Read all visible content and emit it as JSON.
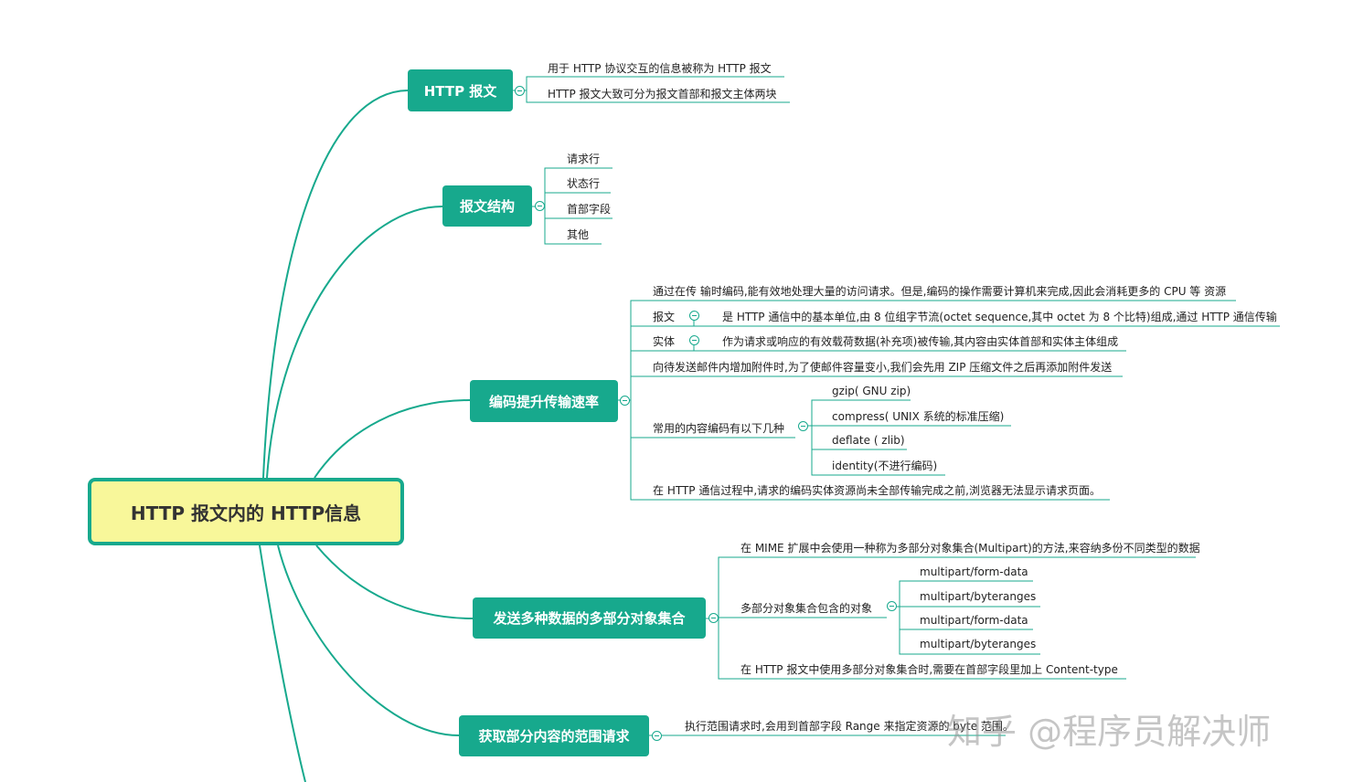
{
  "root": {
    "label": "HTTP 报文内的 HTTP信息"
  },
  "topics": [
    {
      "label": "HTTP 报文",
      "children": [
        "用于 HTTP 协议交互的信息被称为 HTTP 报文",
        "HTTP 报文大致可分为报文首部和报文主体两块"
      ]
    },
    {
      "label": "报文结构",
      "children": [
        "请求行",
        "状态行",
        "首部字段",
        "其他"
      ]
    },
    {
      "label": "编码提升传输速率",
      "children": [
        "通过在传 输时编码,能有效地处理大量的访问请求。但是,编码的操作需要计算机来完成,因此会消耗更多的 CPU 等 资源",
        {
          "label": "报文",
          "detail": "是 HTTP 通信中的基本单位,由 8 位组字节流(octet sequence,其中 octet 为 8 个比特)组成,通过 HTTP 通信传输"
        },
        {
          "label": "实体",
          "detail": "作为请求或响应的有效载荷数据(补充项)被传输,其内容由实体首部和实体主体组成"
        },
        "向待发送邮件内增加附件时,为了使邮件容量变小,我们会先用 ZIP 压缩文件之后再添加附件发送",
        {
          "label": "常用的内容编码有以下几种",
          "items": [
            "gzip( GNU zip)",
            "compress( UNIX 系统的标准压缩)",
            "deflate ( zlib)",
            "identity(不进行编码)"
          ]
        },
        "在 HTTP 通信过程中,请求的编码实体资源尚未全部传输完成之前,浏览器无法显示请求页面。"
      ]
    },
    {
      "label": "发送多种数据的多部分对象集合",
      "children": [
        "在 MIME 扩展中会使用一种称为多部分对象集合(Multipart)的方法,来容纳多份不同类型的数据",
        {
          "label": "多部分对象集合包含的对象",
          "items": [
            "multipart/form-data",
            "multipart/byteranges",
            "multipart/form-data",
            "multipart/byteranges"
          ]
        },
        "在 HTTP 报文中使用多部分对象集合时,需要在首部字段里加上 Content-type"
      ]
    },
    {
      "label": "获取部分内容的范围请求",
      "children": [
        "执行范围请求时,会用到首部字段 Range 来指定资源的 byte 范围。"
      ]
    }
  ],
  "watermark": "知乎 @程序员解决师",
  "colors": {
    "branch": "#17a98d",
    "root_fill": "#f8f79a",
    "text": "#222222"
  }
}
